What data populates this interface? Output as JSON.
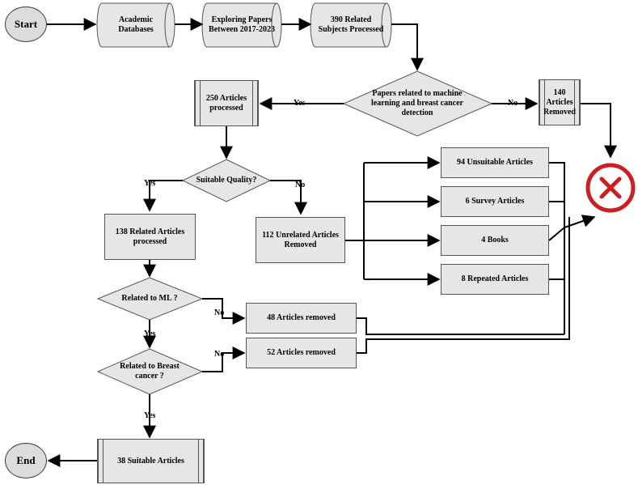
{
  "nodes": {
    "start": "Start",
    "academic": "Academic Databases",
    "exploring": "Exploring Papers Between 2017-2023",
    "related390": "390 Related Subjects Processed",
    "decision_ml_bc": "Papers related to machine learning and breast cancer detection",
    "removed140": "140 Articles Removed",
    "processed250": "250 Articles processed",
    "decision_quality": "Suitable Quality?",
    "unrelated112": "112 Unrelated Articles Removed",
    "unsuitable94": "94 Unsuitable Articles",
    "survey6": "6 Survey Articles",
    "books4": "4 Books",
    "repeated8": "8 Repeated Articles",
    "related138": "138 Related Articles processed",
    "decision_ml": "Related to ML ?",
    "removed48": "48 Articles removed",
    "decision_bc": "Related to Breast cancer ?",
    "removed52": "52 Articles removed",
    "suitable38": "38 Suitable Articles",
    "end": "End"
  },
  "labels": {
    "yes_250": "Yes",
    "no_140": "No",
    "yes_138": "Yes",
    "no_112": "No",
    "no_48": "No",
    "yes_bc": "Yes",
    "no_52": "No",
    "yes_38": "Yes"
  },
  "colors": {
    "reject_icon": "#cc1f1f",
    "box_fill": "#e6e6e6",
    "terminal_fill": "#dcdcdc",
    "line": "#000000"
  },
  "icons": {
    "reject": "x-circle-icon"
  }
}
